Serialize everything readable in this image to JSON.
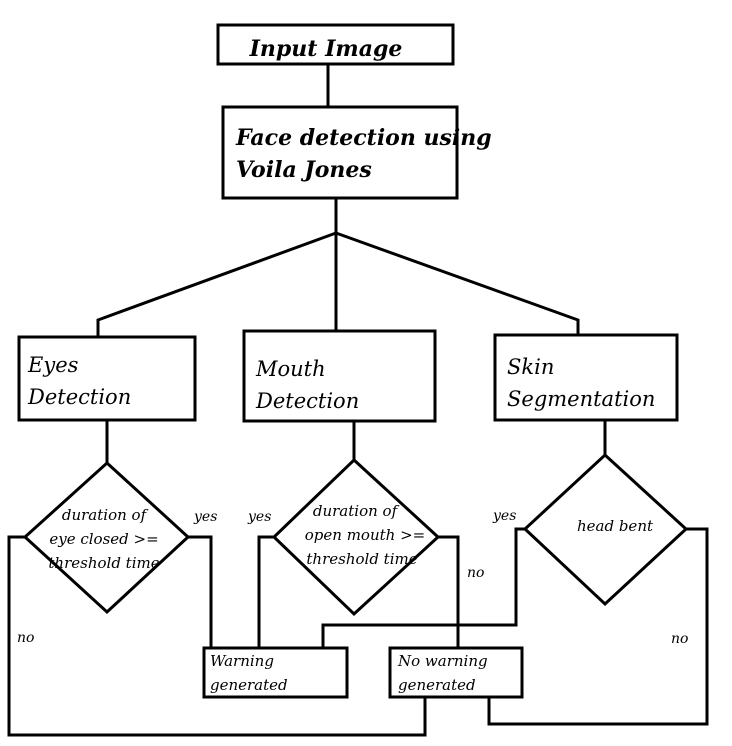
{
  "nodes": {
    "input_image": "Input Image",
    "face_detection": [
      "Face detection using",
      "Voila Jones"
    ],
    "eyes_detection": [
      "Eyes",
      "Detection"
    ],
    "mouth_detection": [
      "Mouth",
      "Detection"
    ],
    "skin_segmentation": [
      "Skin",
      "Segmentation"
    ],
    "eye_decision": [
      "duration of",
      "eye closed  >=",
      "threshold time"
    ],
    "mouth_decision": [
      "duration of",
      "open mouth >=",
      "threshold time"
    ],
    "head_decision": "head bent",
    "warning": [
      "Warning",
      "generated"
    ],
    "no_warning": [
      "No warning",
      "generated"
    ]
  },
  "edge_labels": {
    "eye_yes": "yes",
    "eye_no": "no",
    "mouth_yes": "yes",
    "mouth_no": "no",
    "head_yes": "yes",
    "head_no": "no"
  }
}
